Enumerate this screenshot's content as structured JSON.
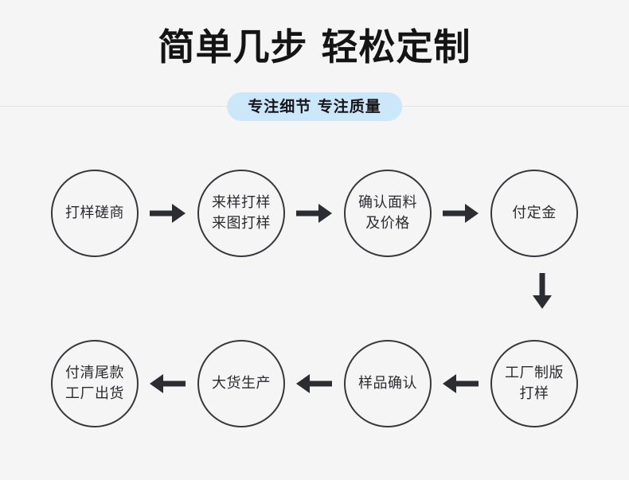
{
  "header": {
    "title": "简单几步 轻松定制",
    "subtitle_badge": "专注细节 专注质量",
    "badge_color": "#cde7fa",
    "divider_color": "#dce6ef",
    "title_color": "#141414"
  },
  "theme": {
    "background": "#f5f5f5",
    "node_stroke": "#36363d",
    "node_text": "#2b2b31",
    "arrow_color": "#2b2d33"
  },
  "flow": {
    "row1": {
      "direction": "right",
      "steps": [
        {
          "id": "step-1",
          "lines": [
            "打样磋商"
          ]
        },
        {
          "id": "step-2",
          "lines": [
            "来样打样",
            "来图打样"
          ]
        },
        {
          "id": "step-3",
          "lines": [
            "确认面料",
            "及价格"
          ]
        },
        {
          "id": "step-4",
          "lines": [
            "付定金"
          ]
        }
      ],
      "arrows": [
        "arrow-right-1",
        "arrow-right-2",
        "arrow-right-3"
      ]
    },
    "turn": {
      "id": "arrow-down-1",
      "direction": "down"
    },
    "row2": {
      "direction": "left",
      "steps": [
        {
          "id": "step-8",
          "lines": [
            "付清尾款",
            "工厂出货"
          ]
        },
        {
          "id": "step-7",
          "lines": [
            "大货生产"
          ]
        },
        {
          "id": "step-6",
          "lines": [
            "样品确认"
          ]
        },
        {
          "id": "step-5",
          "lines": [
            "工厂制版",
            "打样"
          ]
        }
      ],
      "arrows": [
        "arrow-left-1",
        "arrow-left-2",
        "arrow-left-3"
      ]
    }
  }
}
